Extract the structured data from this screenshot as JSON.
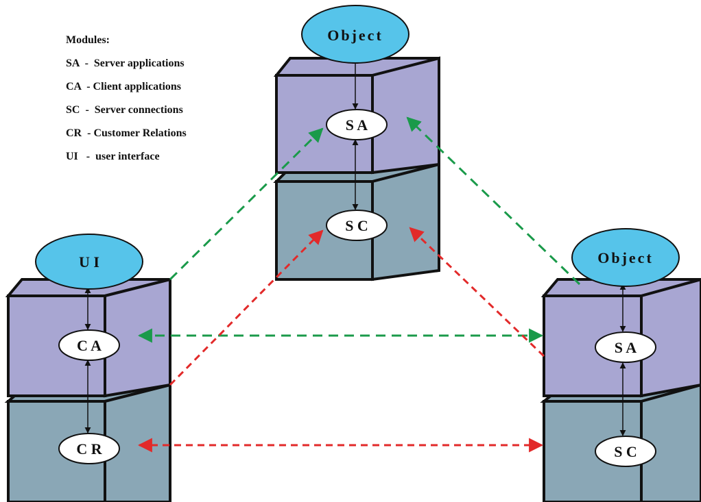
{
  "legend": {
    "title": "Modules:",
    "items": [
      "SA  -  Server applications",
      "CA  - Client applications",
      "SC  -  Server connections",
      "CR  - Customer Relations",
      "UI   -  user interface"
    ]
  },
  "nodes": {
    "top": {
      "top_label": "Object",
      "upper_label": "S A",
      "lower_label": "S C"
    },
    "left": {
      "top_label": "U I",
      "upper_label": "C A",
      "lower_label": "C R"
    },
    "right": {
      "top_label": "Object",
      "upper_label": "S A",
      "lower_label": "S C"
    }
  },
  "colors": {
    "upper_cube": "#a8a6d2",
    "lower_cube": "#8aa7b6",
    "ellipse_blue": "#56c4ea",
    "green_link": "#1a9a4a",
    "red_link": "#e22a2a",
    "outline": "#111111"
  }
}
